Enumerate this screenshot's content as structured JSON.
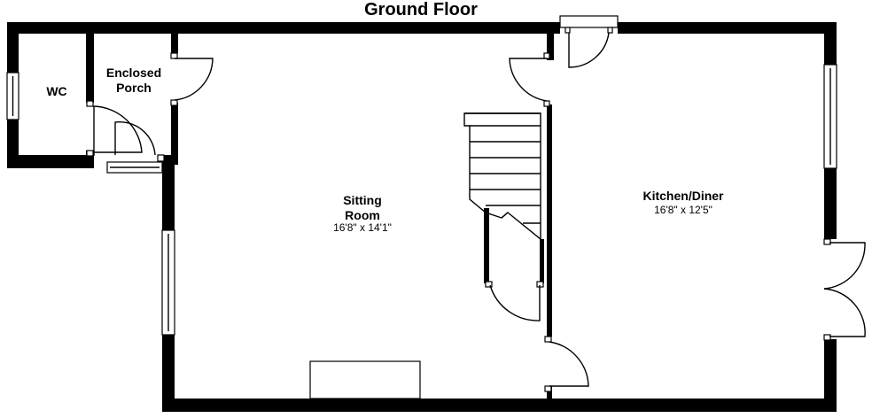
{
  "floor_title": "Ground Floor",
  "rooms": {
    "wc": {
      "name": "WC"
    },
    "porch": {
      "name_line1": "Enclosed",
      "name_line2": "Porch"
    },
    "sitting": {
      "name_line1": "Sitting",
      "name_line2": "Room",
      "dimensions": "16'8\" x 14'1\""
    },
    "kitchen": {
      "name": "Kitchen/Diner",
      "dimensions": "16'8\" x 12'5\""
    }
  },
  "colors": {
    "wall": "#000000",
    "background": "#ffffff"
  }
}
